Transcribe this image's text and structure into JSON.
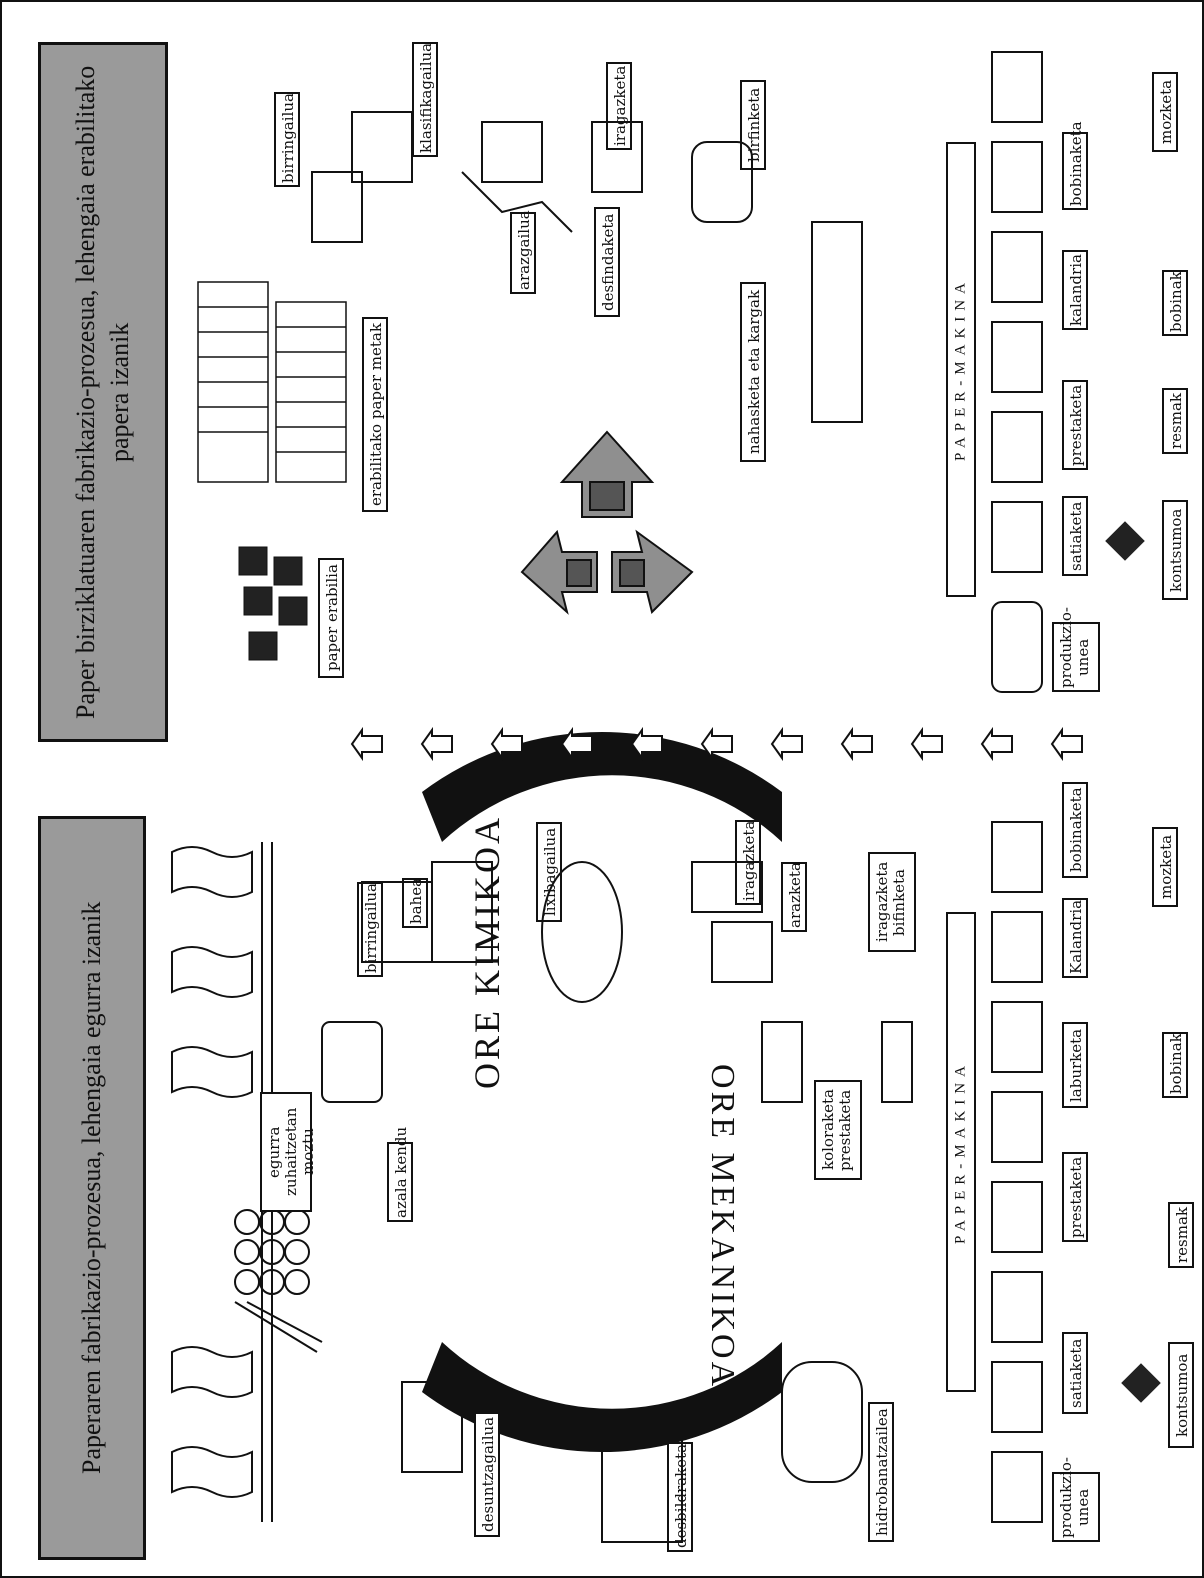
{
  "left_panel": {
    "title": "Paperaren fabrikazio-prozesua, lehengaia egurra izanik",
    "arc_top": "ORE KIMIKOA",
    "arc_bottom": "ORE MEKANIKOA",
    "labels": {
      "egurra": "egurra\nzuhaitzetan moztu",
      "azala": "azala kendu",
      "birringailua": "birringailua",
      "bahea": "bahea",
      "lixibagailua": "lixibagailua",
      "iragazketa": "iragazketa",
      "arazketa": "arazketa",
      "iragazketa_bifinketa": "iragazketa\nbifinketa",
      "koloraketa": "koloraketa\nprestaketa",
      "hidrobanatzailea": "hidrobanatzailea",
      "desuntzagailua": "desuntzagailua",
      "desbildraketa": "desbildraketa",
      "paper_makina": "PAPER-MAKINA",
      "produkziounea": "produkzio-\nunea",
      "satiaketa": "satiaketa",
      "prestaketa": "prestaketa",
      "laburketa": "laburketa",
      "kalandra": "Kalandria",
      "bobinaketa": "bobinaketa",
      "mozketa": "mozketa",
      "kontsumoa": "kontsumoa",
      "resmak": "resmak",
      "bobinak": "bobinak"
    }
  },
  "right_panel": {
    "title": "Paper birziklatuaren fabrikazio-prozesua, lehengaia erabilitako papera izanik",
    "labels": {
      "paper_erabilia": "paper erabilia",
      "erabilitako_paper_metak": "erabilitako paper metak",
      "birringailua": "birringailua",
      "klasifikagailua": "klasifikagailua",
      "arazgailua": "arazgailua",
      "iragazketa": "iragazketa",
      "desfindaketa": "desfindaketa",
      "birfinketa": "birfinketa",
      "nahasketa": "nahasketa eta kargak",
      "paper_makina": "PAPER-MAKINA",
      "produkziounea": "produkzio-\nunea",
      "satiaketa": "satiaketa",
      "prestaketa": "prestaketa",
      "kalandra": "kalandria",
      "bobinaketa": "bobinaketa",
      "mozketa": "mozketa",
      "kontsumoa": "kontsumoa",
      "resmak": "resmak",
      "bobinak": "bobinak"
    }
  },
  "colors": {
    "ink": "#111111",
    "banner": "#9a9a9a",
    "recycle": "#8f8f8f",
    "recycle_dark": "#555555",
    "arc": "#111111"
  }
}
